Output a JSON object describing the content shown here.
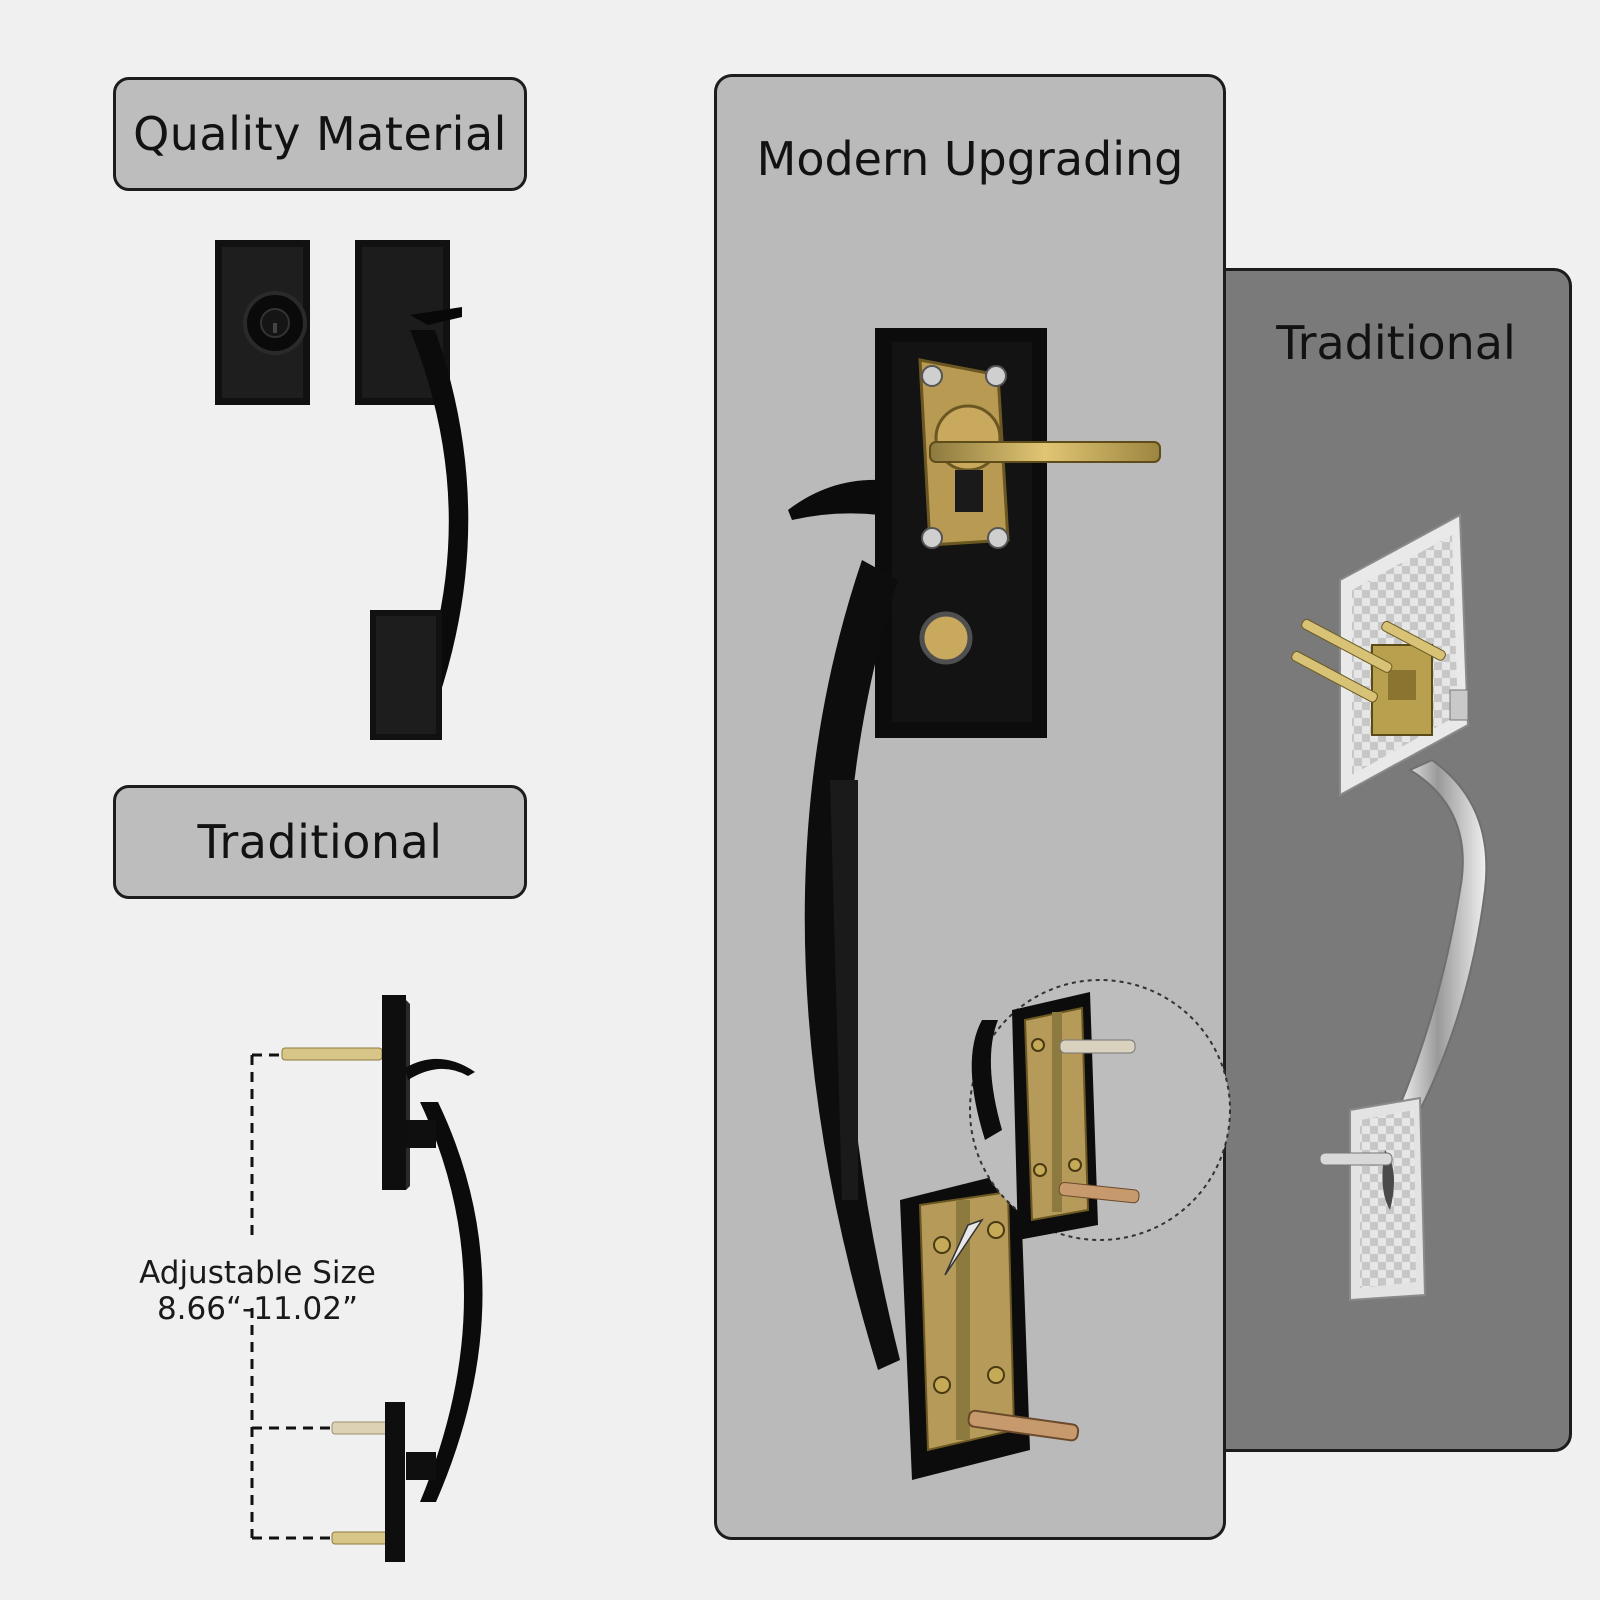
{
  "labels": {
    "quality_material": "Quality Material",
    "traditional_left": "Traditional",
    "modern_upgrading": "Modern Upgrading",
    "traditional_right": "Traditional"
  },
  "adjustable": {
    "line1": "Adjustable Size",
    "line2": "8.66“-11.02”"
  },
  "colors": {
    "background": "#f0f0f0",
    "label_fill": "#bdbdbd",
    "modern_panel": "#bababa",
    "traditional_panel": "#7a7a7a",
    "matte_black": "#0e0e0e",
    "brass": "#c9a94a",
    "chrome": "#d4d4d4"
  }
}
